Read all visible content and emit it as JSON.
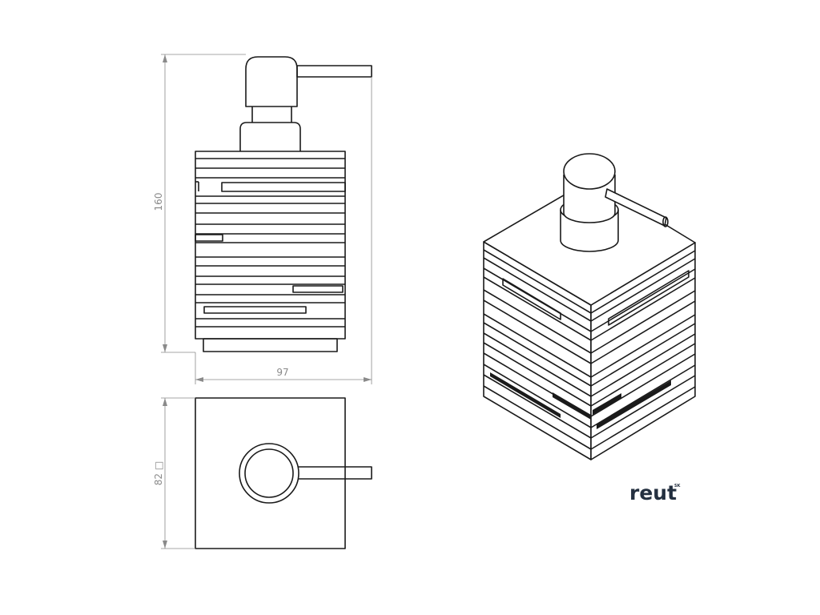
{
  "dimensions": {
    "height": "160",
    "width": "97",
    "base": "82 □"
  },
  "logo": {
    "name": "reut",
    "suffix": "SK",
    "color": "#243040"
  },
  "colors": {
    "line": "#1a1a1a",
    "dimension": "#8a8a8a",
    "background": "#ffffff"
  }
}
